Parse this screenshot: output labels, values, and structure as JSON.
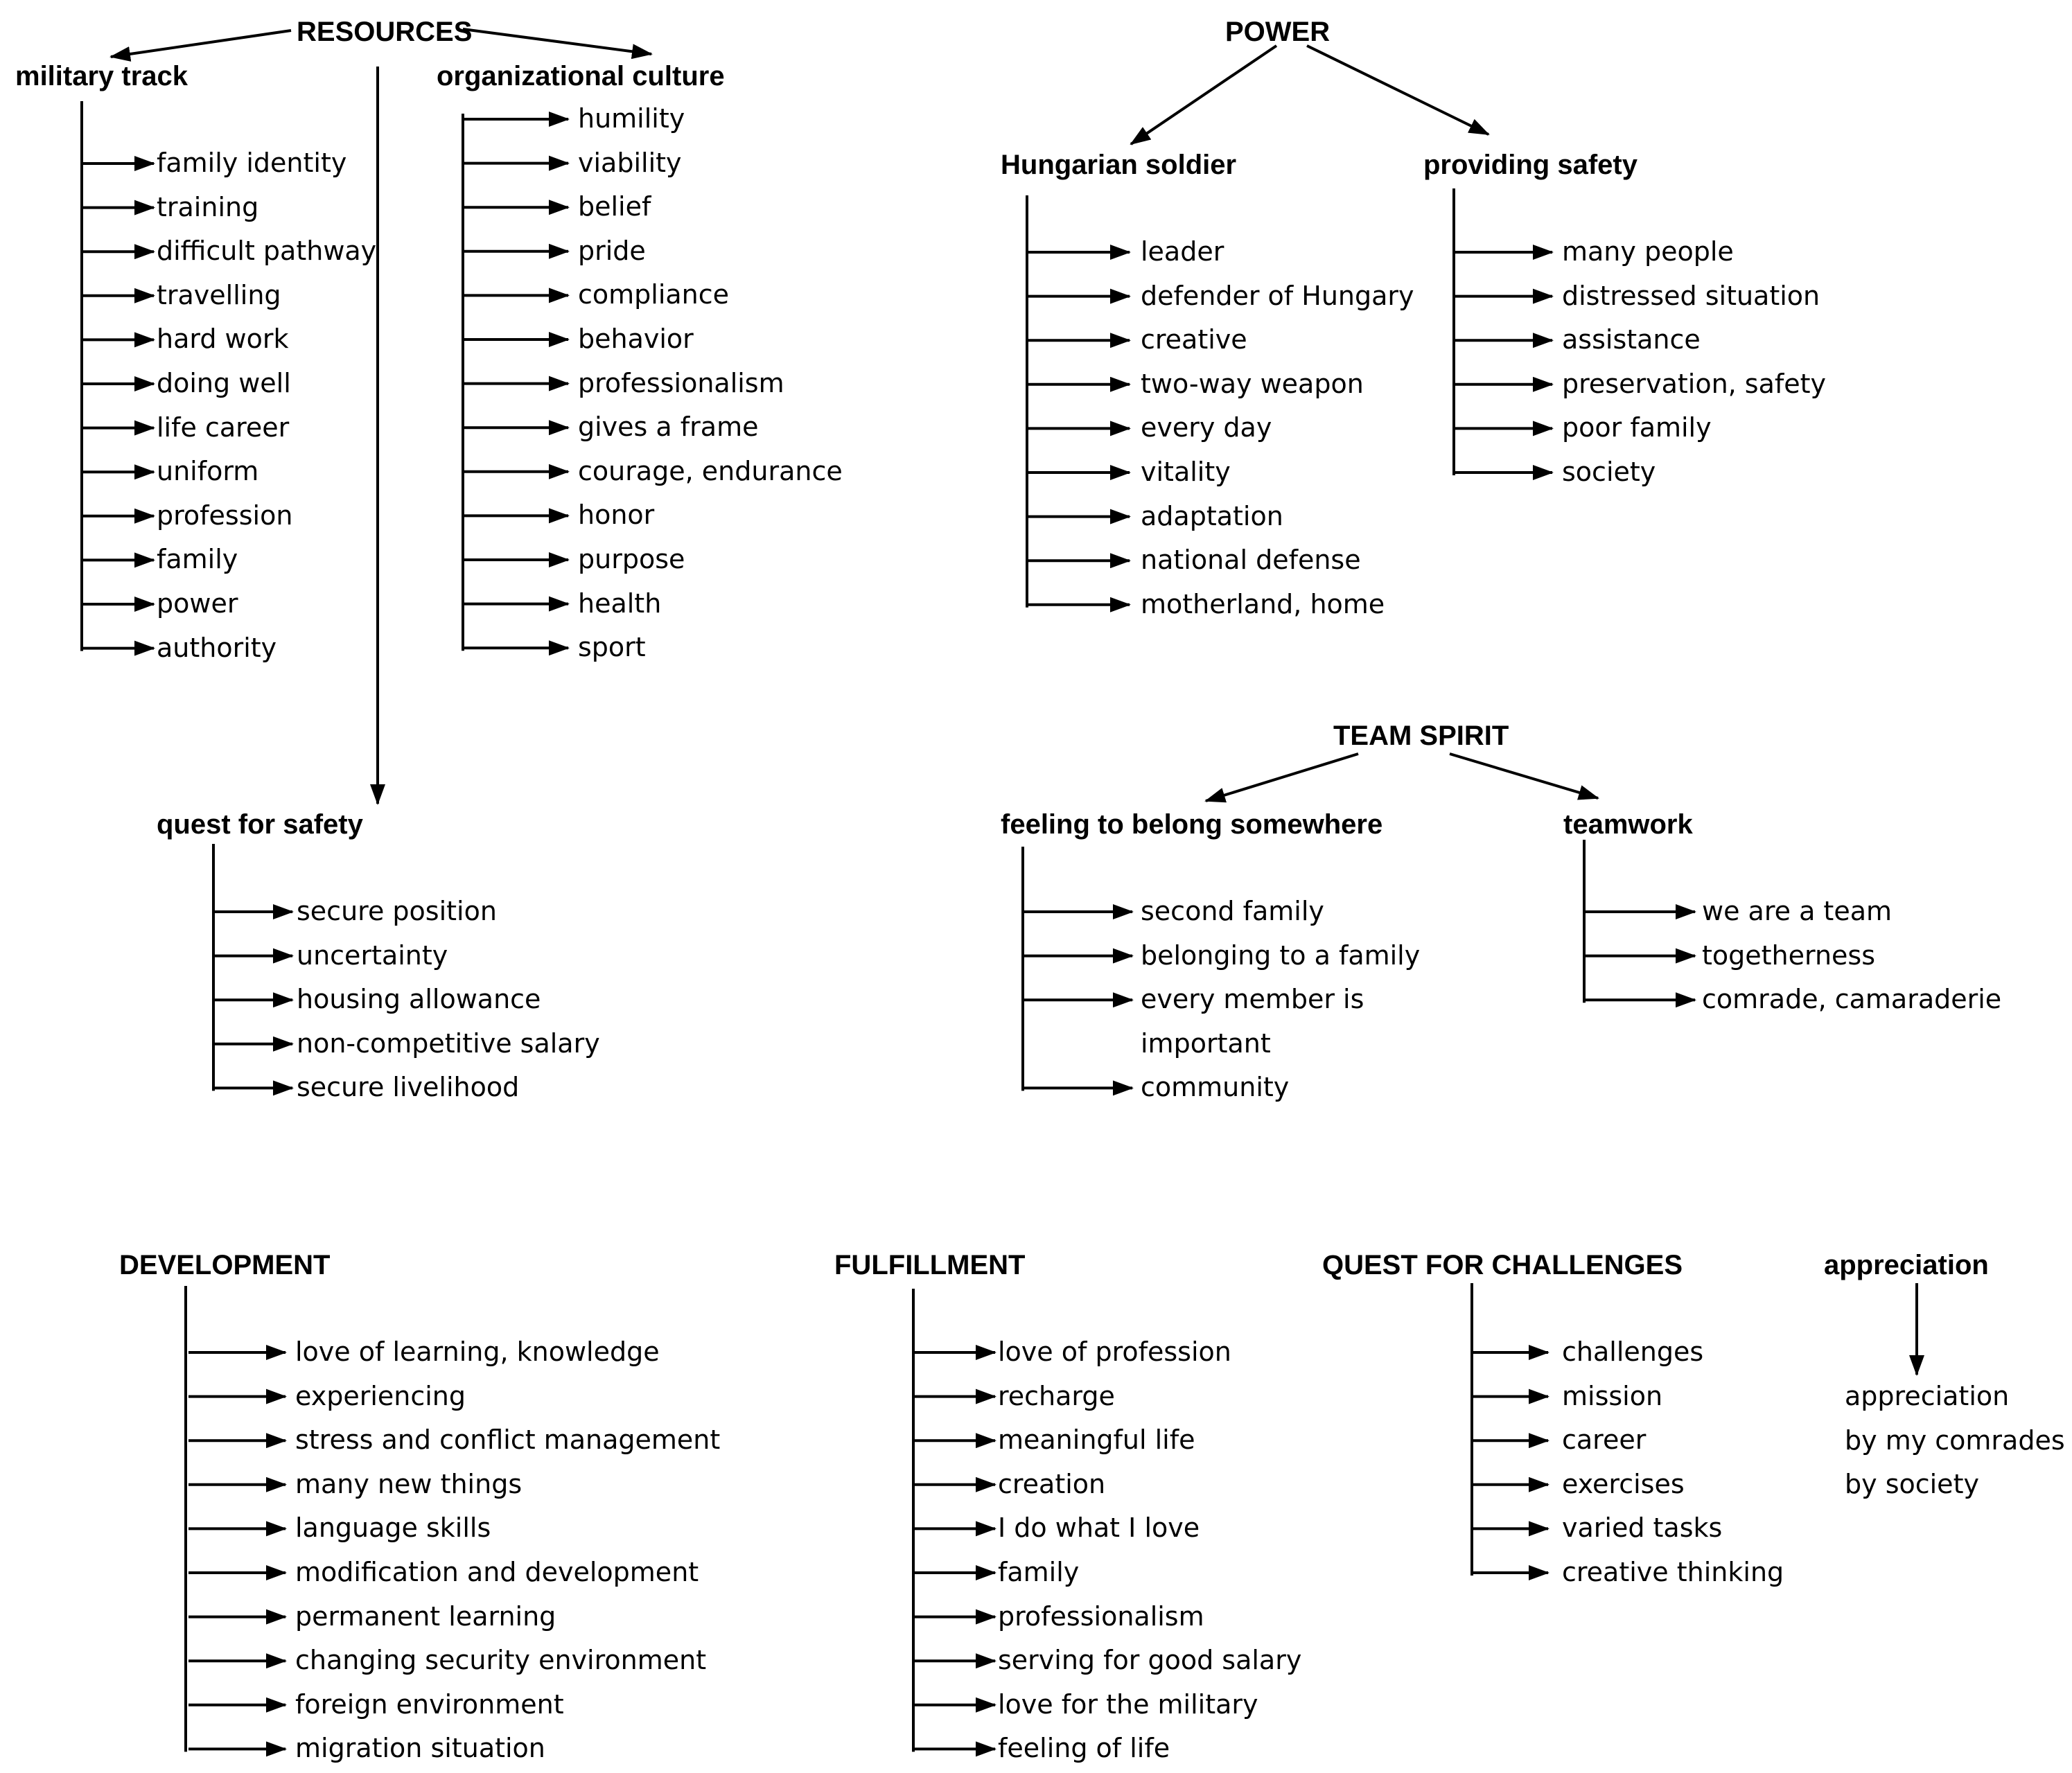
{
  "groups": {
    "resources": {
      "title": "RESOURCES",
      "military_track": {
        "title": "military track",
        "items": [
          "family identity",
          "training",
          "difficult pathway",
          "travelling",
          "hard work",
          "doing well",
          "life career",
          "uniform",
          "profession",
          "family",
          "power",
          "authority"
        ]
      },
      "organizational_culture": {
        "title": "organizational culture",
        "items": [
          "humility",
          "viability",
          "belief",
          "pride",
          "compliance",
          "behavior",
          "professionalism",
          "gives a frame",
          "courage, endurance",
          "honor",
          "purpose",
          "health",
          "sport"
        ]
      },
      "quest_for_safety": {
        "title": "quest for safety",
        "items": [
          "secure position",
          "uncertainty",
          "housing allowance",
          "non-competitive salary",
          "secure livelihood"
        ]
      }
    },
    "power": {
      "title": "POWER",
      "hungarian_soldier": {
        "title": "Hungarian soldier",
        "items": [
          "leader",
          "defender of Hungary",
          "creative",
          "two-way weapon",
          "every day",
          "vitality",
          "adaptation",
          "national defense",
          "motherland, home"
        ]
      },
      "providing_safety": {
        "title": "providing safety",
        "items": [
          "many people",
          "distressed situation",
          "assistance",
          "preservation, safety",
          "poor family",
          "society"
        ]
      }
    },
    "team_spirit": {
      "title": "TEAM SPIRIT",
      "feeling_to_belong": {
        "title": "feeling to belong somewhere",
        "items": [
          "second family",
          "belonging to a family",
          "every member is",
          "important",
          "community"
        ]
      },
      "teamwork": {
        "title": "teamwork",
        "items": [
          "we are a team",
          "togetherness",
          "comrade, camaraderie"
        ]
      }
    },
    "development": {
      "title": "DEVELOPMENT",
      "items": [
        "love of learning, knowledge",
        "experiencing",
        "stress and conflict management",
        "many new things",
        "language skills",
        "modification and development",
        "permanent learning",
        "changing security environment",
        "foreign environment",
        "migration situation"
      ]
    },
    "fulfillment": {
      "title": "FULFILLMENT",
      "items": [
        "love of profession",
        "recharge",
        "meaningful life",
        "creation",
        "I do what I love",
        "family",
        "professionalism",
        "serving for good salary",
        "love for the military",
        "feeling of life"
      ]
    },
    "quest_for_challenges": {
      "title": "QUEST FOR CHALLENGES",
      "items": [
        "challenges",
        "mission",
        "career",
        "exercises",
        "varied tasks",
        "creative thinking"
      ]
    },
    "appreciation": {
      "title": "appreciation",
      "items": [
        "appreciation",
        "by my comrades",
        "by  society"
      ]
    }
  }
}
